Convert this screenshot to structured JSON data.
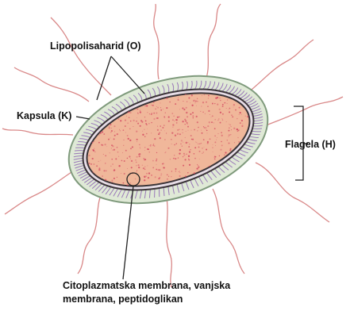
{
  "title": "",
  "labels": {
    "lipopolysaccharide": "Lipopolisaharid (O)",
    "capsule": "Kapsula (K)",
    "flagella": "Flagela (H)",
    "membranes_line1": "Citoplazmatska membrana, vanjska",
    "membranes_line2": "membrana, peptidoglikan"
  },
  "colors": {
    "capsule_fill": "#dfe9d6",
    "capsule_stroke": "#7f9a7c",
    "pili": "#9a78b8",
    "membrane": "#3b3438",
    "cytoplasm": "#f0b79a",
    "cytoplasm_speckles": "#d2455e",
    "flagella": "#d98888",
    "callout_lines": "#222222"
  },
  "flagella_count": 12
}
